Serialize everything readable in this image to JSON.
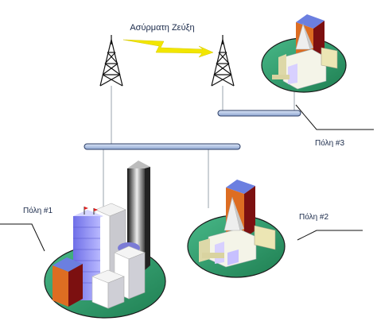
{
  "diagram": {
    "link_label": "Ασύρματη Ζεύξη",
    "city1_label": "Πόλη #1",
    "city2_label": "Πόλη #2",
    "city3_label": "Πόλη #3"
  },
  "colors": {
    "ground": "#2e9e6b",
    "bus_fill": "#a9bfe2",
    "bus_stroke": "#2c3e66",
    "lightning": "#f2e600",
    "wire": "#9aa3ad",
    "tower": "#111111"
  }
}
